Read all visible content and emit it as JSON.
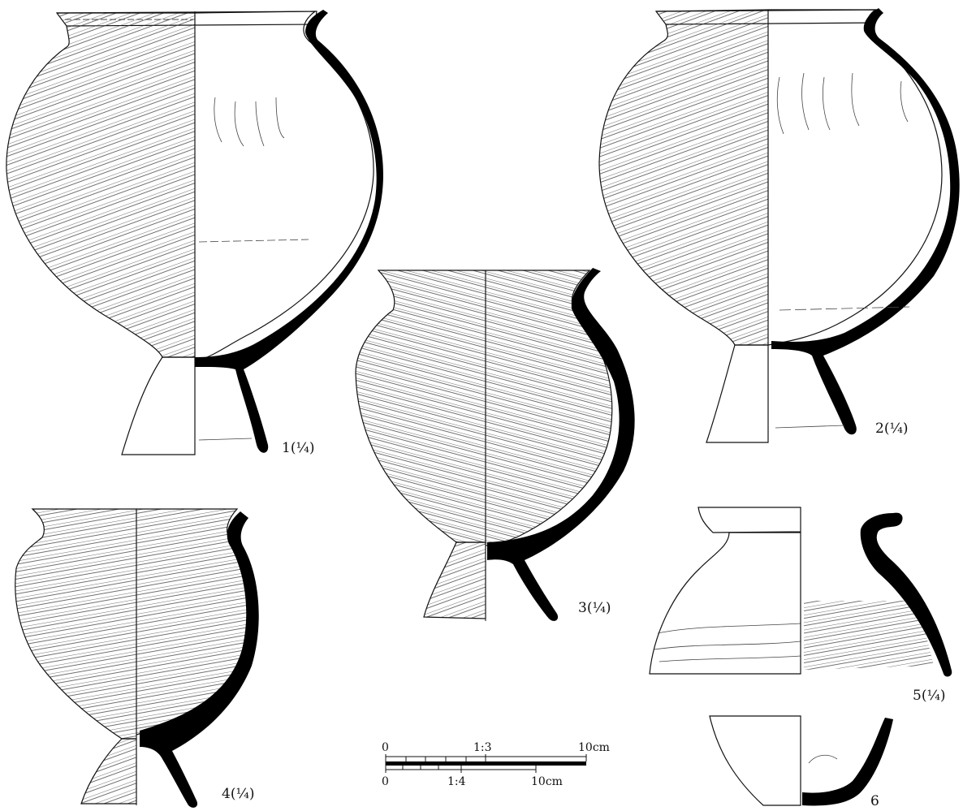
{
  "figure": {
    "vessels": [
      {
        "id": "1",
        "scale": "1/4",
        "label": "1(¼)"
      },
      {
        "id": "2",
        "scale": "1/4",
        "label": "2(¼)"
      },
      {
        "id": "3",
        "scale": "1/4",
        "label": "3(¼)"
      },
      {
        "id": "4",
        "scale": "1/4",
        "label": "4(¼)"
      },
      {
        "id": "5",
        "scale": "1/4",
        "label": "5(¼)"
      },
      {
        "id": "6",
        "scale": "",
        "label": "6"
      }
    ],
    "scale_bar": {
      "upper": {
        "zero": "0",
        "ratio": "1:3",
        "end": "10cm"
      },
      "lower": {
        "zero": "0",
        "ratio": "1:4",
        "end": "10cm"
      }
    }
  },
  "colors": {
    "line": "#111111",
    "section_fill": "#000000",
    "background": "#ffffff",
    "hatch": "#333333"
  }
}
